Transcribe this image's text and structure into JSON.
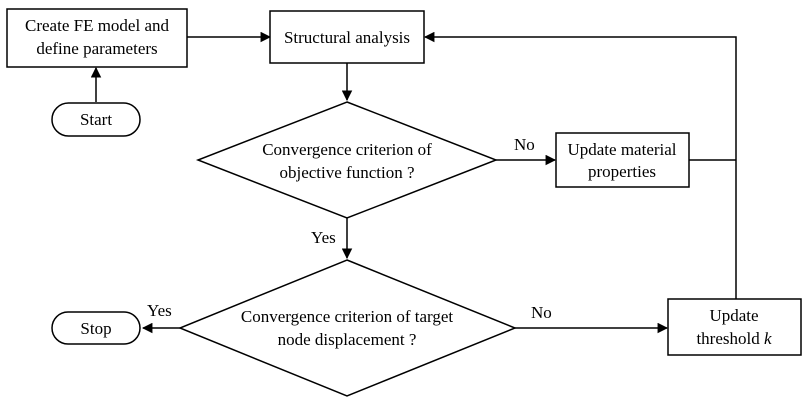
{
  "diagram": {
    "nodes": {
      "create_model": {
        "line1": "Create FE model and",
        "line2": "define parameters"
      },
      "start": {
        "label": "Start"
      },
      "structural_analysis": {
        "label": "Structural analysis"
      },
      "objective_check": {
        "line1": "Convergence criterion of",
        "line2": "objective function ?"
      },
      "update_material": {
        "line1": "Update material",
        "line2": "properties"
      },
      "displacement_check": {
        "line1": "Convergence criterion of  target",
        "line2": "node displacement ?"
      },
      "stop": {
        "label": "Stop"
      },
      "update_threshold": {
        "line1": "Update",
        "line2": "threshold",
        "variable": "k"
      }
    },
    "edges": {
      "objective_no": "No",
      "objective_yes": "Yes",
      "displacement_yes": "Yes",
      "displacement_no": "No"
    }
  }
}
